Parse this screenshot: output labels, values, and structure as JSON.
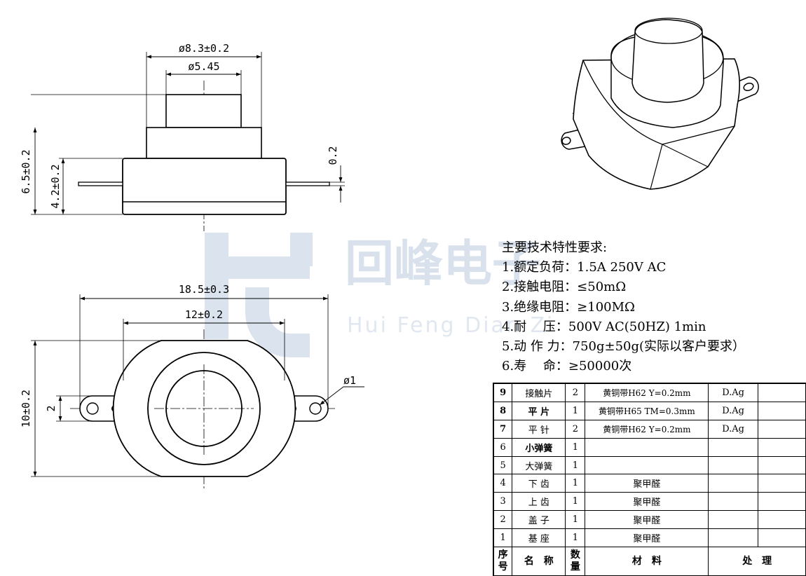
{
  "watermark": {
    "brand_cn": "回峰电子",
    "brand_en": "Hui Feng Dian Zi"
  },
  "dimensions": {
    "outer_diameter": "ø8.3±0.2",
    "cap_diameter": "ø5.45",
    "total_height": "6.5±0.2",
    "body_height": "4.2±0.2",
    "terminal_thickness": "0.2",
    "total_width": "18.5±0.3",
    "body_width": "12±0.2",
    "hole_diameter": "ø1",
    "body_depth": "10±0.2",
    "hole_offset": "2"
  },
  "specs": {
    "title": "主要技术特性要求:",
    "items": [
      "1.额定负荷：1.5A 250V AC",
      "2.接触电阻：≤50mΩ",
      "3.绝缘电阻：≥100MΩ",
      "4.耐　 压：500V AC(50HZ) 1min",
      "5.动 作 力：750g±50g(实际以客户要求）",
      "6.寿　 命：≥50000次"
    ]
  },
  "bom": {
    "rows": [
      {
        "no": "9",
        "name": "接触片",
        "qty": "2",
        "material": "黄铜带H62 Y=0.2mm",
        "treatment": "D.Ag"
      },
      {
        "no": "8",
        "name": "平 片",
        "qty": "1",
        "material": "黄铜带H65 TM=0.3mm",
        "treatment": "D.Ag"
      },
      {
        "no": "7",
        "name": "平 针",
        "qty": "2",
        "material": "黄铜带H62 Y=0.2mm",
        "treatment": "D.Ag"
      },
      {
        "no": "6",
        "name": "小弹簧",
        "qty": "1",
        "material": "",
        "treatment": ""
      },
      {
        "no": "5",
        "name": "大弹簧",
        "qty": "1",
        "material": "",
        "treatment": ""
      },
      {
        "no": "4",
        "name": "下 齿",
        "qty": "1",
        "material": "聚甲醛",
        "treatment": ""
      },
      {
        "no": "3",
        "name": "上 齿",
        "qty": "1",
        "material": "聚甲醛",
        "treatment": ""
      },
      {
        "no": "2",
        "name": "盖 子",
        "qty": "1",
        "material": "聚甲醛",
        "treatment": ""
      },
      {
        "no": "1",
        "name": "基 座",
        "qty": "1",
        "material": "聚甲醛",
        "treatment": ""
      }
    ],
    "header": {
      "no": "序号",
      "name": "名　称",
      "qty": "数量",
      "material": "材　料",
      "treatment": "处　理"
    }
  }
}
